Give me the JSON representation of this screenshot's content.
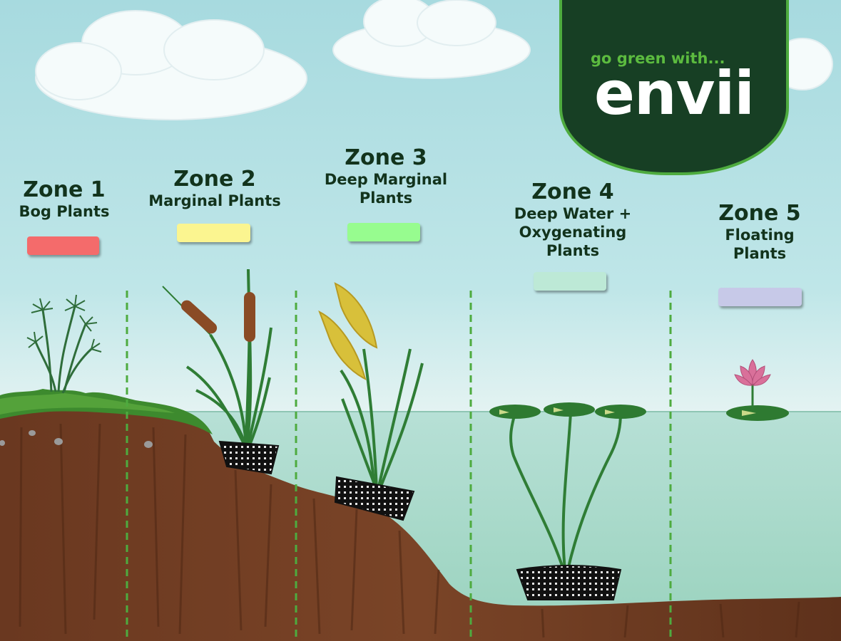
{
  "brand": {
    "tagline": "go green with...",
    "name": "envii"
  },
  "zones": [
    {
      "title": "Zone 1",
      "desc_lines": [
        "Bog Plants"
      ],
      "color": "#f46b6b"
    },
    {
      "title": "Zone 2",
      "desc_lines": [
        "Marginal Plants"
      ],
      "color": "#fbf590"
    },
    {
      "title": "Zone 3",
      "desc_lines": [
        "Deep Marginal",
        "Plants"
      ],
      "color": "#97fc8f"
    },
    {
      "title": "Zone 4",
      "desc_lines": [
        "Deep Water +",
        "Oxygenating",
        "Plants"
      ],
      "color": "#bde9d6"
    },
    {
      "title": "Zone 5",
      "desc_lines": [
        "Floating",
        "Plants"
      ],
      "color": "#c7c9e8"
    }
  ],
  "colors": {
    "sky": "#a9dbe0",
    "water": "#9fd6c4",
    "soil": "#6b3a22",
    "grass": "#3d8a2e",
    "divider": "#4eab3f",
    "brand_bg": "#173f24"
  }
}
